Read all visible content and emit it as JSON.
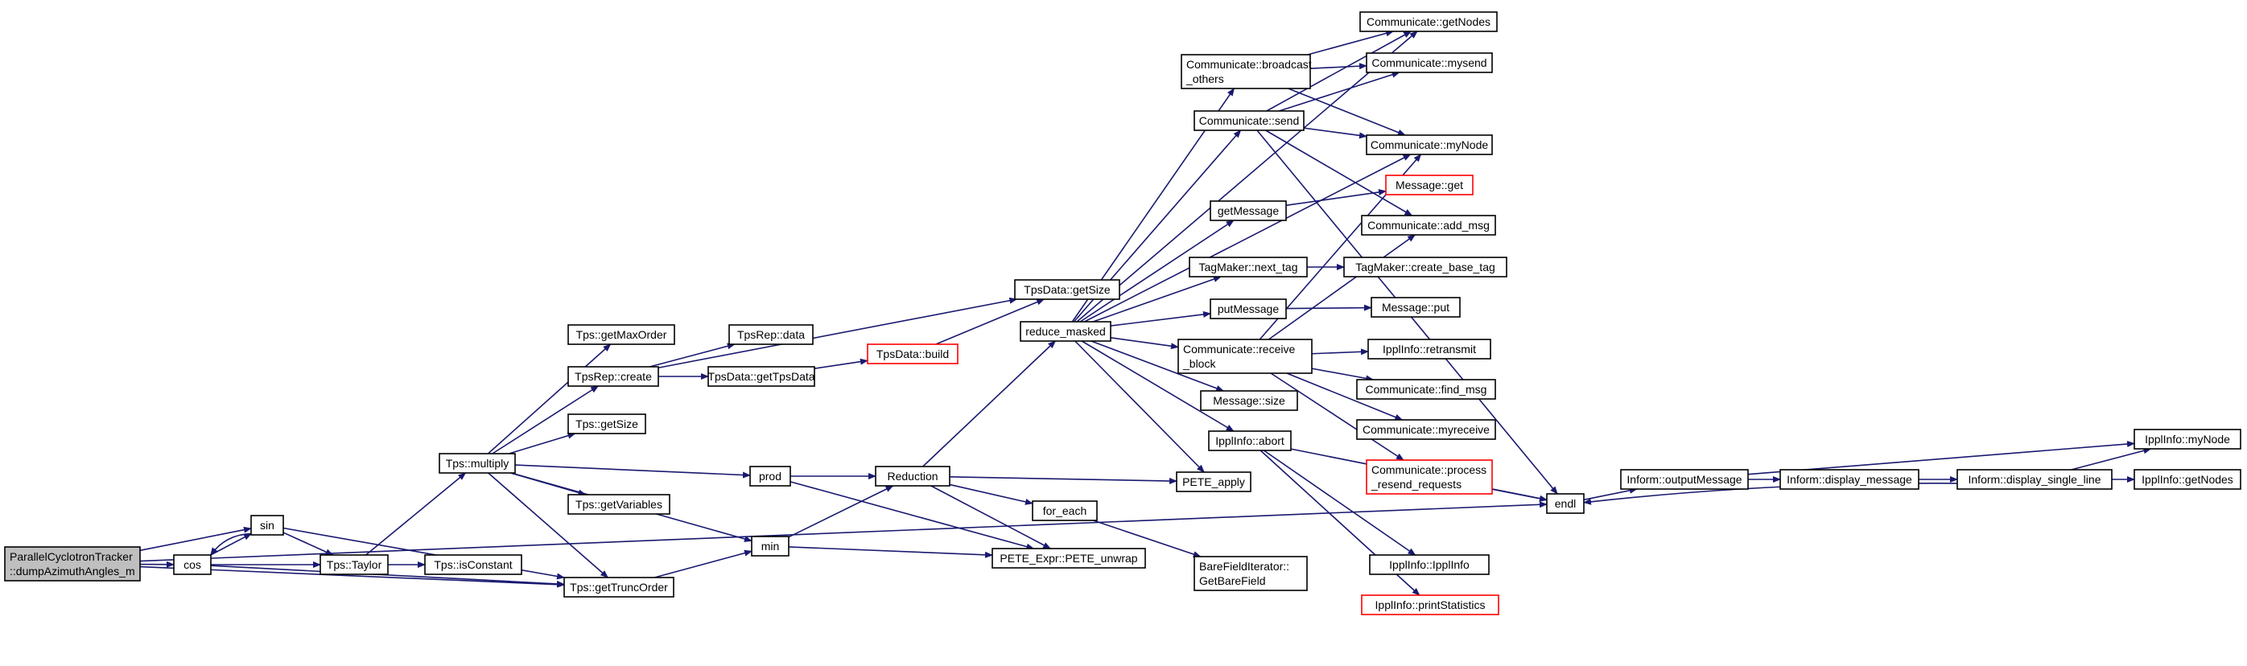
{
  "graph": {
    "colors": {
      "edge": "#191970",
      "root_fill": "#bfbfbf",
      "node_fill": "#ffffff",
      "red_border": "#ff0000"
    },
    "nodes": [
      {
        "id": "root",
        "lines": [
          "ParallelCyclotronTracker",
          "::dumpAzimuthAngles_m"
        ],
        "style": "root"
      },
      {
        "id": "cos",
        "lines": [
          "cos"
        ]
      },
      {
        "id": "sin",
        "lines": [
          "sin"
        ]
      },
      {
        "id": "taylor",
        "lines": [
          "Tps::Taylor"
        ]
      },
      {
        "id": "isconstant",
        "lines": [
          "Tps::isConstant"
        ]
      },
      {
        "id": "multiply",
        "lines": [
          "Tps::multiply"
        ]
      },
      {
        "id": "getmaxorder",
        "lines": [
          "Tps::getMaxOrder"
        ]
      },
      {
        "id": "tpsrepcreate",
        "lines": [
          "TpsRep::create"
        ]
      },
      {
        "id": "tpsgetsize",
        "lines": [
          "Tps::getSize"
        ]
      },
      {
        "id": "getvariables",
        "lines": [
          "Tps::getVariables"
        ]
      },
      {
        "id": "gettruncorder",
        "lines": [
          "Tps::getTruncOrder"
        ]
      },
      {
        "id": "tpsrepdata",
        "lines": [
          "TpsRep::data"
        ]
      },
      {
        "id": "gettpsdata",
        "lines": [
          "TpsData::getTpsData"
        ]
      },
      {
        "id": "tpsdatabuild",
        "lines": [
          "TpsData::build"
        ],
        "style": "red"
      },
      {
        "id": "tpsdatagetsize",
        "lines": [
          "TpsData::getSize"
        ]
      },
      {
        "id": "prod",
        "lines": [
          "prod"
        ]
      },
      {
        "id": "min",
        "lines": [
          "min"
        ]
      },
      {
        "id": "reduction",
        "lines": [
          "Reduction"
        ]
      },
      {
        "id": "reducemasked",
        "lines": [
          "reduce_masked"
        ]
      },
      {
        "id": "foreach",
        "lines": [
          "for_each"
        ]
      },
      {
        "id": "peteunwrap",
        "lines": [
          "PETE_Expr::PETE_unwrap"
        ]
      },
      {
        "id": "peteapply",
        "lines": [
          "PETE_apply"
        ]
      },
      {
        "id": "barefield",
        "lines": [
          "BareFieldIterator::",
          "GetBareField"
        ]
      },
      {
        "id": "broadcast",
        "lines": [
          "Communicate::broadcast",
          "_others"
        ]
      },
      {
        "id": "send",
        "lines": [
          "Communicate::send"
        ]
      },
      {
        "id": "getmessage",
        "lines": [
          "getMessage"
        ]
      },
      {
        "id": "nexttag",
        "lines": [
          "TagMaker::next_tag"
        ]
      },
      {
        "id": "putmessage",
        "lines": [
          "putMessage"
        ]
      },
      {
        "id": "receiveblock",
        "lines": [
          "Communicate::receive",
          "_block"
        ]
      },
      {
        "id": "messagesize",
        "lines": [
          "Message::size"
        ]
      },
      {
        "id": "ipplabort",
        "lines": [
          "IpplInfo::abort"
        ]
      },
      {
        "id": "getnodes1",
        "lines": [
          "Communicate::getNodes"
        ]
      },
      {
        "id": "mysend",
        "lines": [
          "Communicate::mysend"
        ]
      },
      {
        "id": "mynode1",
        "lines": [
          "Communicate::myNode"
        ]
      },
      {
        "id": "messageget",
        "lines": [
          "Message::get"
        ],
        "style": "red"
      },
      {
        "id": "addmsg",
        "lines": [
          "Communicate::add_msg"
        ]
      },
      {
        "id": "createbasetag",
        "lines": [
          "TagMaker::create_base_tag"
        ]
      },
      {
        "id": "messageput",
        "lines": [
          "Message::put"
        ]
      },
      {
        "id": "retransmit",
        "lines": [
          "IpplInfo::retransmit"
        ]
      },
      {
        "id": "findmsg",
        "lines": [
          "Communicate::find_msg"
        ]
      },
      {
        "id": "myreceive",
        "lines": [
          "Communicate::myreceive"
        ]
      },
      {
        "id": "processresend",
        "lines": [
          "Communicate::process",
          "_resend_requests"
        ],
        "style": "red"
      },
      {
        "id": "ipplinfo",
        "lines": [
          "IpplInfo::IpplInfo"
        ]
      },
      {
        "id": "printstats",
        "lines": [
          "IpplInfo::printStatistics"
        ],
        "style": "red"
      },
      {
        "id": "endl",
        "lines": [
          "endl"
        ]
      },
      {
        "id": "outputmessage",
        "lines": [
          "Inform::outputMessage"
        ]
      },
      {
        "id": "displaymessage",
        "lines": [
          "Inform::display_message"
        ]
      },
      {
        "id": "displaysingleline",
        "lines": [
          "Inform::display_single_line"
        ]
      },
      {
        "id": "ipplmynode",
        "lines": [
          "IpplInfo::myNode"
        ]
      },
      {
        "id": "ipplgetnodes",
        "lines": [
          "IpplInfo::getNodes"
        ]
      }
    ],
    "edges": [
      [
        "root",
        "sin"
      ],
      [
        "root",
        "cos"
      ],
      [
        "root",
        "gettruncorder"
      ],
      [
        "root",
        "endl"
      ],
      [
        "cos",
        "sin"
      ],
      [
        "sin",
        "cos"
      ],
      [
        "cos",
        "taylor"
      ],
      [
        "cos",
        "gettruncorder"
      ],
      [
        "sin",
        "taylor"
      ],
      [
        "sin",
        "gettruncorder"
      ],
      [
        "taylor",
        "multiply"
      ],
      [
        "taylor",
        "isconstant"
      ],
      [
        "multiply",
        "getmaxorder"
      ],
      [
        "multiply",
        "tpsrepcreate"
      ],
      [
        "multiply",
        "tpsgetsize"
      ],
      [
        "multiply",
        "getvariables"
      ],
      [
        "multiply",
        "gettruncorder"
      ],
      [
        "multiply",
        "prod"
      ],
      [
        "multiply",
        "min"
      ],
      [
        "tpsrepcreate",
        "tpsrepdata"
      ],
      [
        "tpsrepcreate",
        "gettpsdata"
      ],
      [
        "tpsrepcreate",
        "tpsdatagetsize"
      ],
      [
        "gettpsdata",
        "tpsdatabuild"
      ],
      [
        "tpsdatabuild",
        "tpsdatagetsize"
      ],
      [
        "gettruncorder",
        "min"
      ],
      [
        "prod",
        "reduction"
      ],
      [
        "min",
        "reduction"
      ],
      [
        "min",
        "peteunwrap"
      ],
      [
        "prod",
        "peteunwrap"
      ],
      [
        "reduction",
        "reducemasked"
      ],
      [
        "reduction",
        "peteapply"
      ],
      [
        "reduction",
        "foreach"
      ],
      [
        "reduction",
        "peteunwrap"
      ],
      [
        "foreach",
        "barefield"
      ],
      [
        "reducemasked",
        "getnodes1"
      ],
      [
        "reducemasked",
        "broadcast"
      ],
      [
        "reducemasked",
        "send"
      ],
      [
        "reducemasked",
        "mynode1"
      ],
      [
        "reducemasked",
        "getmessage"
      ],
      [
        "reducemasked",
        "nexttag"
      ],
      [
        "reducemasked",
        "putmessage"
      ],
      [
        "reducemasked",
        "receiveblock"
      ],
      [
        "reducemasked",
        "messagesize"
      ],
      [
        "reducemasked",
        "ipplabort"
      ],
      [
        "reducemasked",
        "peteapply"
      ],
      [
        "broadcast",
        "getnodes1"
      ],
      [
        "broadcast",
        "mysend"
      ],
      [
        "broadcast",
        "mynode1"
      ],
      [
        "send",
        "getnodes1"
      ],
      [
        "send",
        "mysend"
      ],
      [
        "send",
        "mynode1"
      ],
      [
        "send",
        "addmsg"
      ],
      [
        "send",
        "endl"
      ],
      [
        "getmessage",
        "messageget"
      ],
      [
        "nexttag",
        "createbasetag"
      ],
      [
        "putmessage",
        "messageput"
      ],
      [
        "receiveblock",
        "mynode1"
      ],
      [
        "receiveblock",
        "addmsg"
      ],
      [
        "receiveblock",
        "retransmit"
      ],
      [
        "receiveblock",
        "findmsg"
      ],
      [
        "receiveblock",
        "myreceive"
      ],
      [
        "receiveblock",
        "processresend"
      ],
      [
        "ipplabort",
        "endl"
      ],
      [
        "ipplabort",
        "ipplinfo"
      ],
      [
        "ipplabort",
        "printstats"
      ],
      [
        "processresend",
        "endl"
      ],
      [
        "endl",
        "outputmessage"
      ],
      [
        "outputmessage",
        "displaymessage"
      ],
      [
        "outputmessage",
        "ipplmynode"
      ],
      [
        "displaymessage",
        "displaysingleline"
      ],
      [
        "displaysingleline",
        "endl"
      ],
      [
        "displaysingleline",
        "ipplmynode"
      ],
      [
        "displaysingleline",
        "ipplgetnodes"
      ]
    ]
  }
}
